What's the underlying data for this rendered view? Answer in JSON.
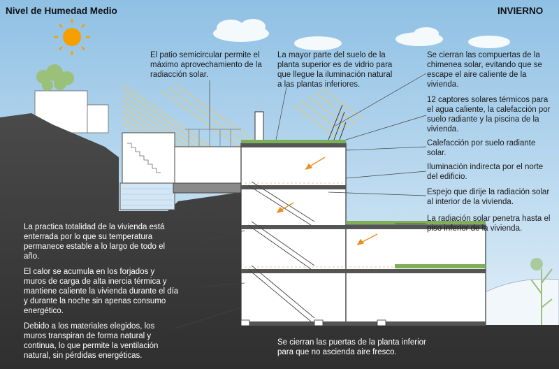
{
  "header": {
    "title": "Nivel de Humedad Medio",
    "season": "INVIERNO"
  },
  "colors": {
    "sky_top": "#8fc0e4",
    "sky_bottom": "#e4f1fb",
    "ground": "#3a3a3a",
    "sun": "#f5a000",
    "sun_rays": "#f0c85a",
    "heat_arrows": "#e89020"
  },
  "notes": {
    "patio": "El patio semicircular permite el máximo aprovechamiento de la radiacción solar.",
    "glass_floor": "La mayor parte del suelo de la planta superior es de vidrio para que llegue la iluminación natural a las plantas inferiores.",
    "chimney": "Se cierran las compuertas de la chimenea solar, evitando que se escape el aire caliente de la vivienda.",
    "collectors": "12 captores solares térmicos para el agua caliente, la calefacción por suelo radiante y la piscina de la vivienda.",
    "floor_heating": "Calefacción por suelo radiante solar.",
    "indirect_light": "Iluminación indirecta por el norte del edificio.",
    "mirror": "Espejo que dirije la radiación solar al interior de la vivienda.",
    "solar_penetration": "La radiación solar penetra hasta el piso inferior de la vivienda.",
    "buried": "La practica totalidad de la vivienda está enterrada por lo que su temperatura permanece estable a lo largo de todo el año.",
    "thermal_mass": "El calor se acumula en los forjados y muros de carga de alta inercia térmica y mantiene caliente la vivienda durante el día y durante la noche sin apenas consumo energético.",
    "breathing_walls": "Debido a los materiales elegidos, los muros transpiran de forma natural y continua, lo que permite la ventilación natural, sin pérdidas energéticas.",
    "doors": "Se cierran las puertas de la planta inferior para que no ascienda aire fresco."
  }
}
